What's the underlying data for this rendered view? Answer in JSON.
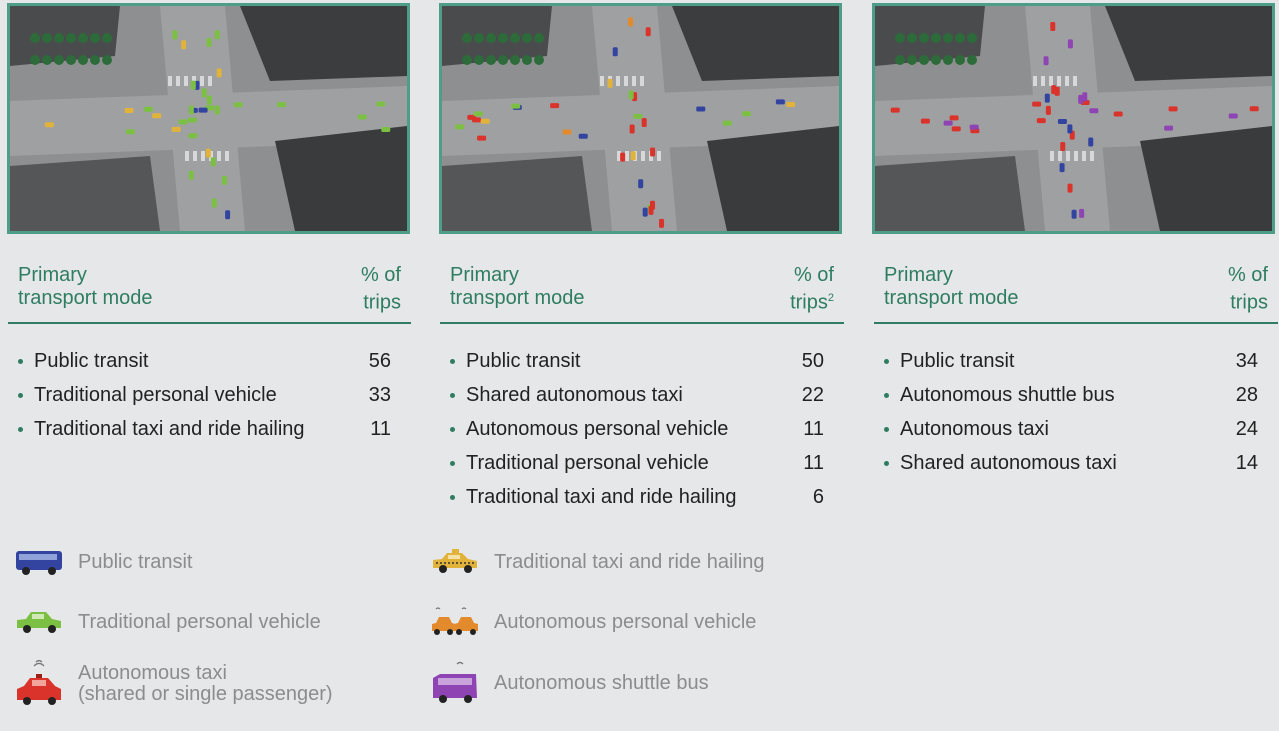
{
  "colors": {
    "frame": "#4e9d88",
    "heading": "#2e7d60",
    "legend_text": "#8a8c8e",
    "public_transit": "#3344a0",
    "traditional_personal_vehicle": "#7cc043",
    "traditional_taxi": "#e2b33a",
    "autonomous_personal_vehicle": "#e28a2c",
    "autonomous_taxi": "#d9332b",
    "autonomous_shuttle_bus": "#8e45b3"
  },
  "tables": [
    {
      "header_mode": "Primary\ntransport mode",
      "header_pct": "% of\ntrips",
      "header_note": "",
      "rows": [
        {
          "label": "Public transit",
          "value": "56"
        },
        {
          "label": "Traditional personal vehicle",
          "value": "33"
        },
        {
          "label": "Traditional taxi and ride hailing",
          "value": "11"
        }
      ]
    },
    {
      "header_mode": "Primary\ntransport mode",
      "header_pct": "% of\ntrips",
      "header_note": "2",
      "rows": [
        {
          "label": "Public transit",
          "value": "50"
        },
        {
          "label": "Shared autonomous taxi",
          "value": "22"
        },
        {
          "label": "Autonomous personal vehicle",
          "value": "11"
        },
        {
          "label": "Traditional personal vehicle",
          "value": "11"
        },
        {
          "label": "Traditional taxi and ride hailing",
          "value": "6"
        }
      ]
    },
    {
      "header_mode": "Primary\ntransport mode",
      "header_pct": "% of\ntrips",
      "header_note": "",
      "rows": [
        {
          "label": "Public transit",
          "value": "34"
        },
        {
          "label": "Autonomous shuttle bus",
          "value": "28"
        },
        {
          "label": "Autonomous taxi",
          "value": "24"
        },
        {
          "label": "Shared autonomous taxi",
          "value": "14"
        }
      ]
    }
  ],
  "legend": [
    {
      "icon": "bus-icon",
      "label": "Public transit"
    },
    {
      "icon": "car-icon",
      "label": "Traditional personal vehicle"
    },
    {
      "icon": "autonomous-taxi-icon",
      "label": "Autonomous taxi\n(shared or single passenger)"
    },
    {
      "icon": "taxi-icon",
      "label": "Traditional taxi and ride hailing"
    },
    {
      "icon": "autonomous-car-icon",
      "label": "Autonomous personal vehicle"
    },
    {
      "icon": "shuttle-bus-icon",
      "label": "Autonomous shuttle bus"
    }
  ]
}
